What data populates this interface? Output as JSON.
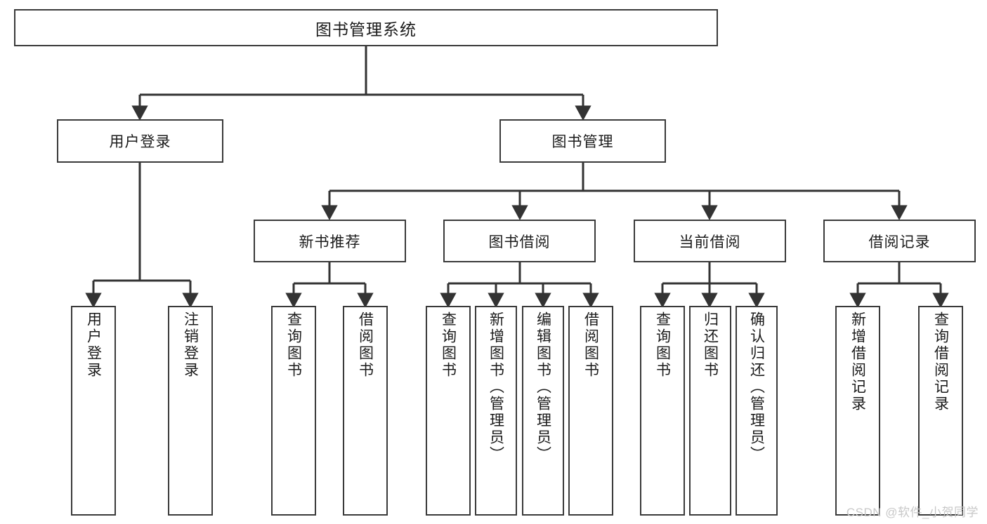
{
  "diagram": {
    "title": "图书管理系统",
    "watermark": "CSDN @软件_小贺同学",
    "colors": {
      "box_border": "#3a3a3a",
      "box_fill": "#ffffff",
      "connector": "#333333",
      "text": "#1b1b1b",
      "watermark": "#c8c8c8",
      "background": "#ffffff"
    },
    "root": {
      "label": "图书管理系统"
    },
    "level1": [
      {
        "label": "用户登录"
      },
      {
        "label": "图书管理"
      }
    ],
    "level2": [
      {
        "label": "新书推荐"
      },
      {
        "label": "图书借阅"
      },
      {
        "label": "当前借阅"
      },
      {
        "label": "借阅记录"
      }
    ],
    "leaves": {
      "user_login": [
        {
          "label": "用户登录"
        },
        {
          "label": "注销登录"
        }
      ],
      "new_book_recommend": [
        {
          "label": "查询图书"
        },
        {
          "label": "借阅图书"
        }
      ],
      "book_borrow": [
        {
          "label": "查询图书"
        },
        {
          "label": "新增图书（管理员）"
        },
        {
          "label": "编辑图书（管理员）"
        },
        {
          "label": "借阅图书"
        }
      ],
      "current_borrow": [
        {
          "label": "查询图书"
        },
        {
          "label": "归还图书"
        },
        {
          "label": "确认归还（管理员）"
        }
      ],
      "borrow_record": [
        {
          "label": "新增借阅记录"
        },
        {
          "label": "查询借阅记录"
        }
      ]
    }
  }
}
